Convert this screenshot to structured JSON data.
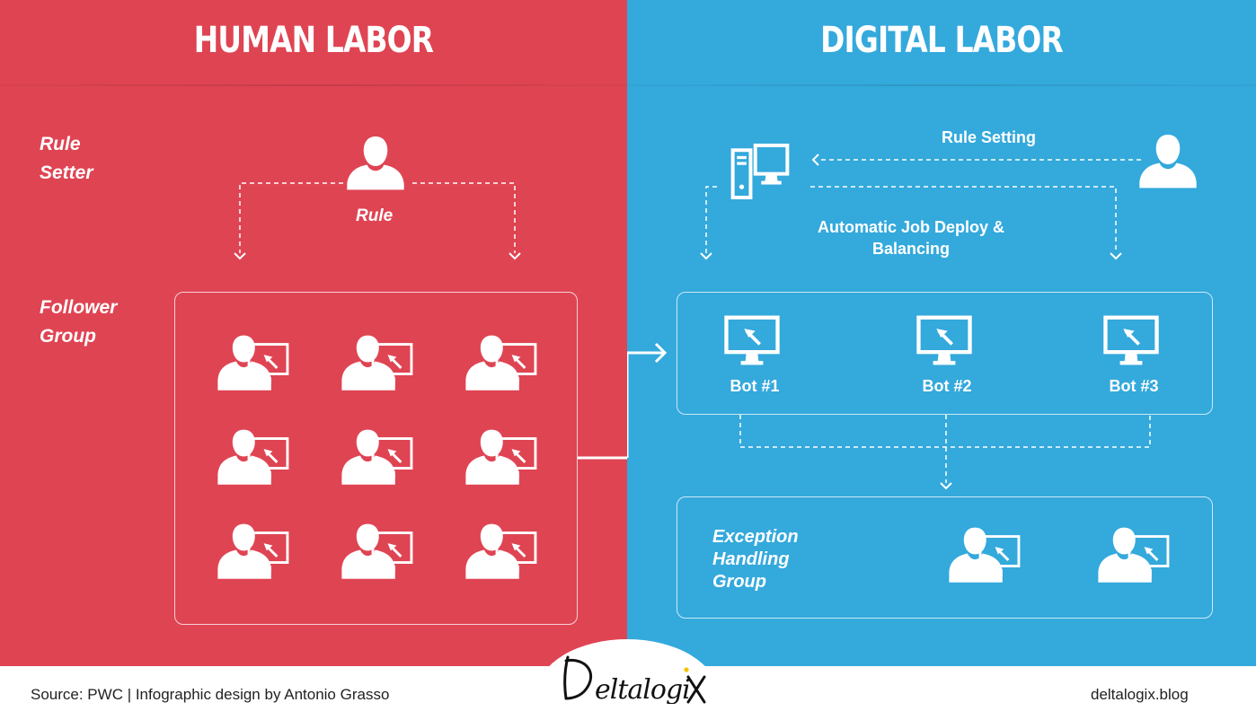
{
  "human_labor": {
    "title": "HUMAN LABOR",
    "rule_setter_line1": "Rule",
    "rule_setter_line2": "Setter",
    "rule_label": "Rule",
    "follower_line1": "Follower",
    "follower_line2": "Group"
  },
  "digital_labor": {
    "title": "DIGITAL LABOR",
    "rule_setting": "Rule Setting",
    "deploy_line1": "Automatic Job Deploy &",
    "deploy_line2": "Balancing",
    "bots": [
      "Bot #1",
      "Bot #2",
      "Bot #3"
    ],
    "exception_line1": "Exception",
    "exception_line2": "Handling",
    "exception_line3": "Group"
  },
  "footer": {
    "source": "Source: PWC  |  Infographic design by Antonio Grasso",
    "logo": "DeltalogiX",
    "site": "deltalogix.blog"
  },
  "colors": {
    "human_bg": "#df4453",
    "digital_bg": "#34a9dc",
    "logo_dot": "#f2c500"
  },
  "icons": [
    "person-icon",
    "person-at-computer-icon",
    "computer-tower-icon",
    "monitor-icon",
    "cursor-icon"
  ]
}
